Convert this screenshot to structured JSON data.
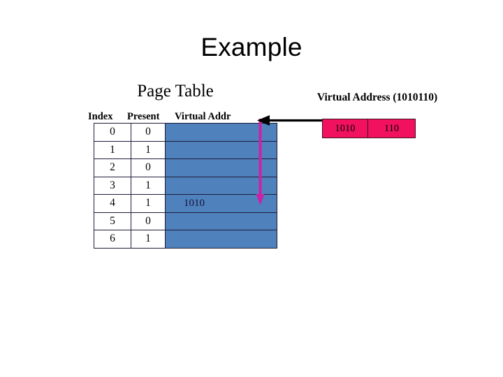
{
  "slide": {
    "title": "Example",
    "background_color": "#ffffff"
  },
  "page_table": {
    "heading": "Page Table",
    "columns": [
      "Index",
      "Present",
      "Virtual Addr"
    ],
    "accent_colors": {
      "addr_cell_fill": "#4f81bd",
      "cell_border": "#1c1c38",
      "addr_text": "#14143c"
    },
    "rows": [
      {
        "index": "0",
        "present": "0",
        "virtual_addr": ""
      },
      {
        "index": "1",
        "present": "1",
        "virtual_addr": ""
      },
      {
        "index": "2",
        "present": "0",
        "virtual_addr": ""
      },
      {
        "index": "3",
        "present": "1",
        "virtual_addr": ""
      },
      {
        "index": "4",
        "present": "1",
        "virtual_addr": "1010"
      },
      {
        "index": "5",
        "present": "0",
        "virtual_addr": ""
      },
      {
        "index": "6",
        "present": "1",
        "virtual_addr": ""
      }
    ]
  },
  "virtual_address": {
    "caption": "Virtual Address (1010110)",
    "box_color": "#f2115f",
    "fields": [
      {
        "name": "page-number",
        "value": "1010"
      },
      {
        "name": "offset",
        "value": "110"
      }
    ]
  },
  "annotations": {
    "lookup_arrow": {
      "icon": "arrow-left-icon",
      "color": "#000000"
    },
    "scan_arrow": {
      "icon": "arrow-down-icon",
      "color": "#cc21a6"
    }
  }
}
